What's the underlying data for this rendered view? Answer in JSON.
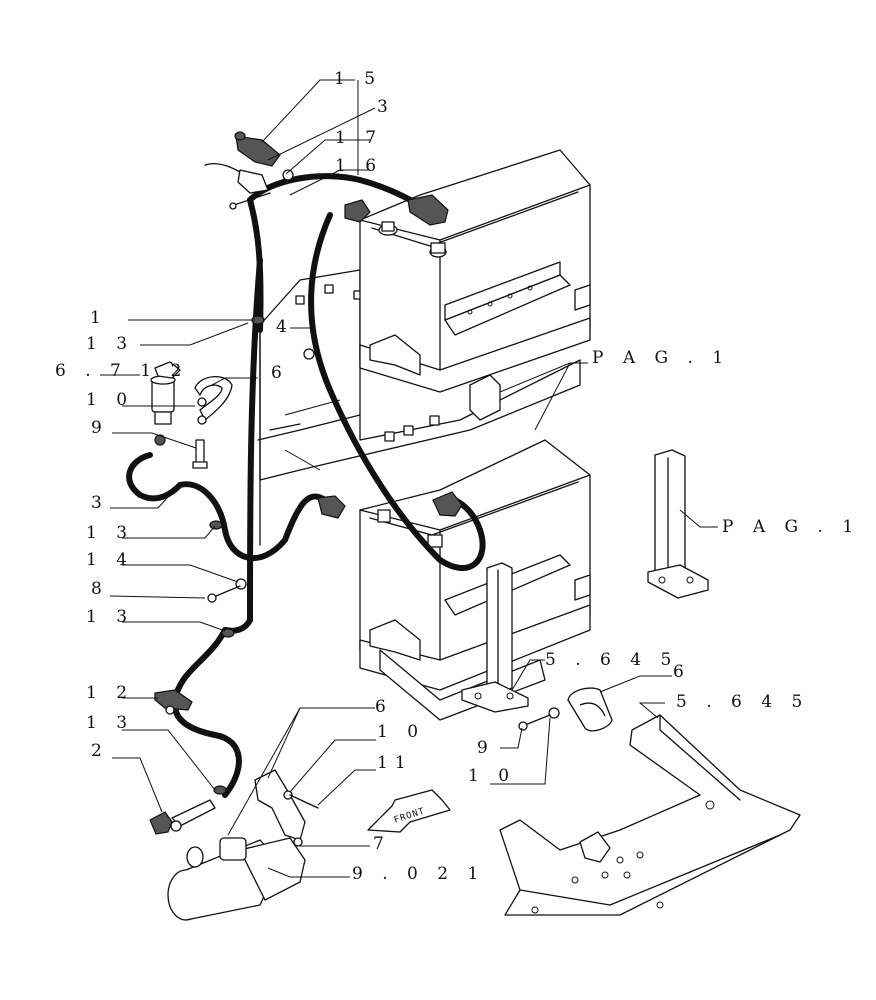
{
  "callouts": {
    "c15": "1 5",
    "c3top": "3",
    "c17": "1 7",
    "c16": "1 6",
    "c1": "1",
    "c13a": "1 3",
    "c4": "4",
    "c6712": "6 . 7 1 2",
    "c6a": "6",
    "c10a": "1 0",
    "c9a": "9",
    "c3": "3",
    "c13b": "1 3",
    "c14": "1 4",
    "c8": "8",
    "c13c": "1 3",
    "c12": "1 2",
    "c13d": "1 3",
    "c2": "2",
    "c6b": "6",
    "c10b": "1 0",
    "c11": "11",
    "c7": "7",
    "c9021": "9 . 0 2 1",
    "c5645a": "5 . 6 4 5",
    "c6c": "6",
    "c9b": "9",
    "c10c": "1 0",
    "c5645b": "5 . 6 4 5",
    "pag1a": "P A G . 1",
    "pag1b": "P A G . 1"
  },
  "front_arrow_text": "FRONT"
}
